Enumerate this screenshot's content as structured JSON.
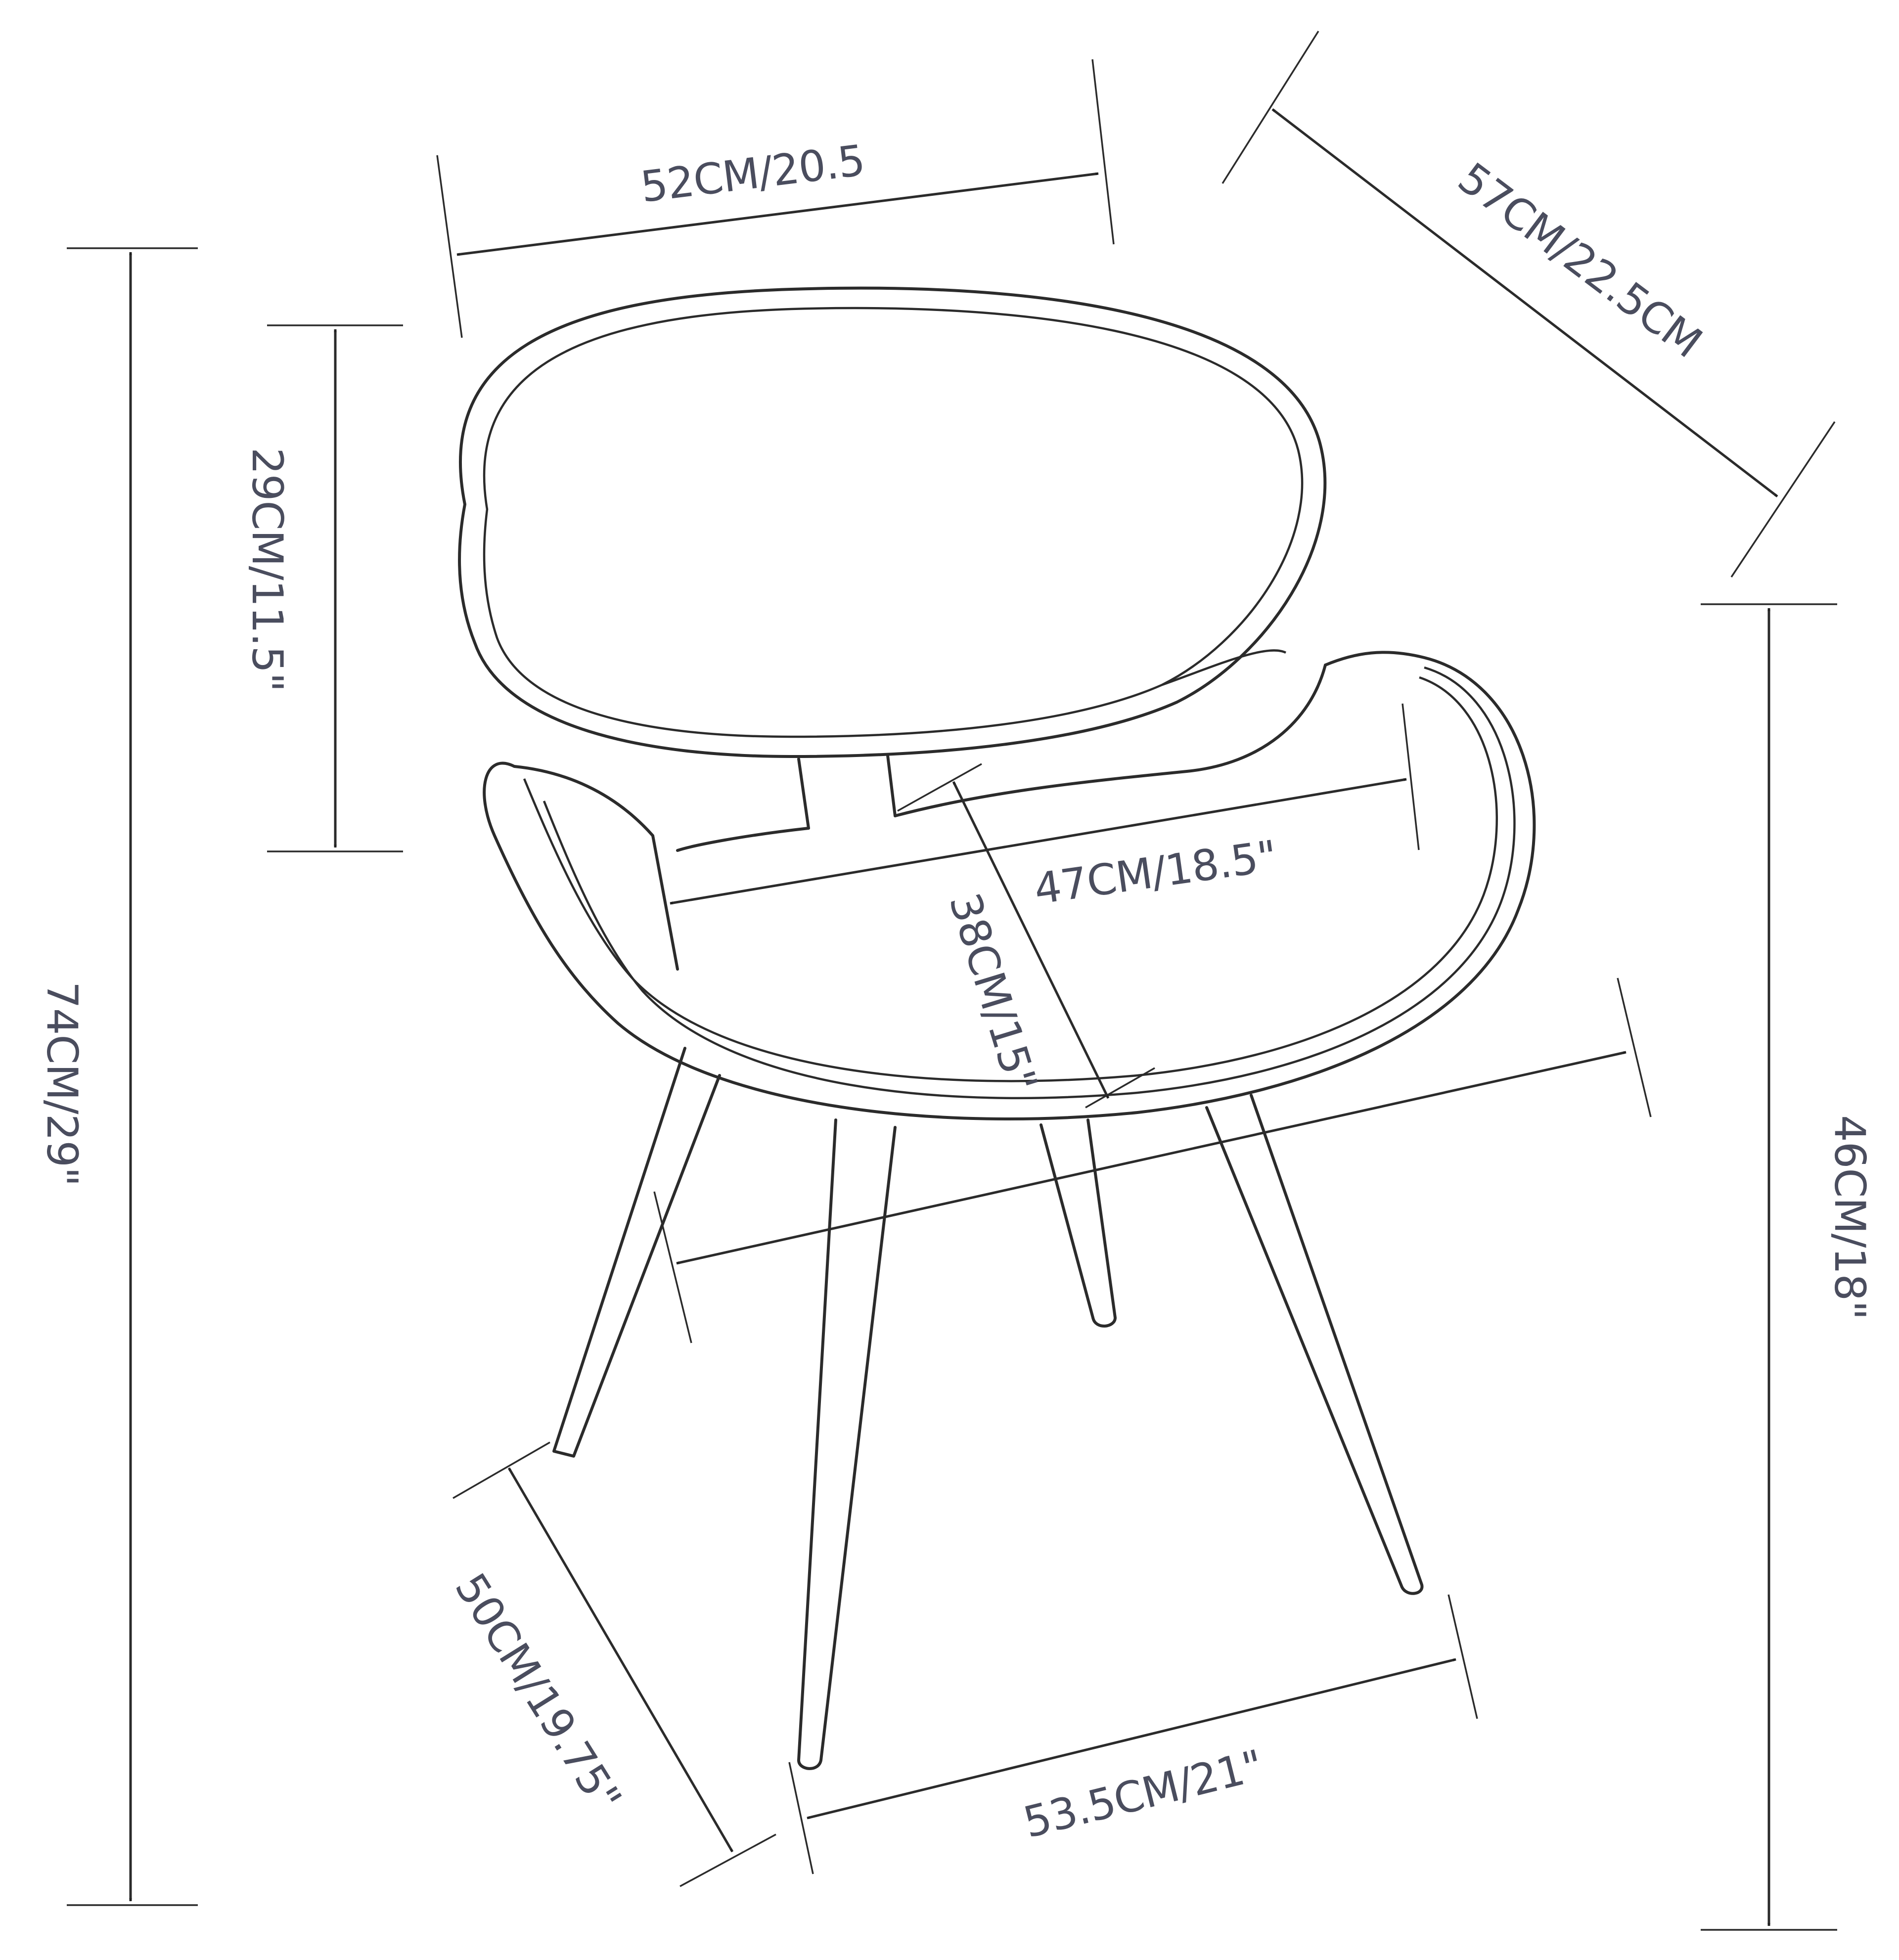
{
  "diagram": {
    "title": "Chair dimensions",
    "subject": "Bentwood dining chair line drawing with dimension arrows",
    "colors": {
      "line": "#2b2b2b",
      "label": "#4a4d5e",
      "background": "#ffffff"
    },
    "dimensions": {
      "backrest_width": {
        "label": "52CM/20.5",
        "value_cm": 52,
        "value_in": 20.5
      },
      "overall_depth": {
        "label": "57CM/22.5CM",
        "value_cm": 57,
        "value_in": 22.5
      },
      "backrest_height": {
        "label": "29CM/11.5\"",
        "value_cm": 29,
        "value_in": 11.5
      },
      "overall_height": {
        "label": "74CM/29\"",
        "value_cm": 74,
        "value_in": 29
      },
      "seat_width": {
        "label": "47CM/18.5\"",
        "value_cm": 47,
        "value_in": 18.5
      },
      "seat_depth": {
        "label": "38CM/15\"",
        "value_cm": 38,
        "value_in": 15
      },
      "seat_height": {
        "label": "46CM/18\"",
        "value_cm": 46,
        "value_in": 18
      },
      "leg_base_depth": {
        "label": "50CM/19.75\"",
        "value_cm": 50,
        "value_in": 19.75
      },
      "leg_base_width": {
        "label": "53.5CM/21\"",
        "value_cm": 53.5,
        "value_in": 21
      }
    }
  }
}
